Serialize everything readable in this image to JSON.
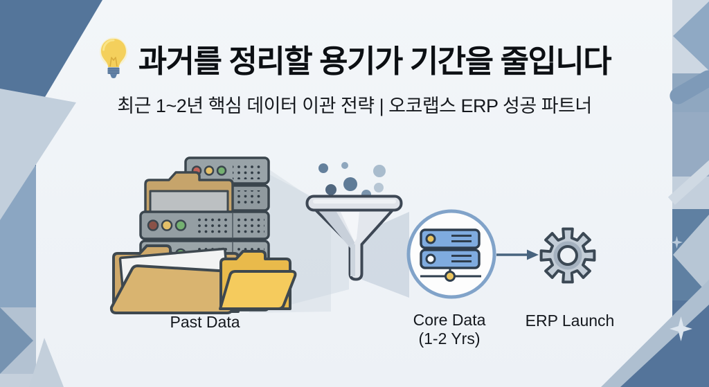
{
  "page": {
    "type": "infographic-slide",
    "background": "#f1f5f8"
  },
  "header": {
    "icon": "lightbulb-icon",
    "title": "과거를 정리할 용기가 기간을 줄입니다",
    "subtitle": "최근 1~2년 핵심 데이터 이관 전략 | 오코랩스 ERP 성공 파트너"
  },
  "diagram": {
    "stages": [
      {
        "id": "past-data",
        "icon": "server-stack-folders-icon",
        "label": "Past Data"
      },
      {
        "id": "filter",
        "icon": "funnel-icon"
      },
      {
        "id": "core-data",
        "icon": "database-circle-icon",
        "label": "Core Data",
        "sublabel": "(1-2 Yrs)"
      },
      {
        "id": "erp-launch",
        "icon": "gear-icon",
        "label": "ERP Launch"
      }
    ],
    "connector": "arrow-right-icon"
  },
  "colors": {
    "background": "#f1f5f8",
    "decor_dark": "#54759a",
    "decor_medium": "#8ba6c2",
    "decor_light": "#c2cfdc",
    "title_text": "#0c0f13",
    "label_text": "#14181d",
    "server_gray": "#939da2",
    "led_red": "#c4625a",
    "led_yellow": "#e4bf68",
    "led_green": "#74b071",
    "folder_tan": "#cfa96a",
    "folder_yellow": "#e9ba4b",
    "funnel_gray": "#e3e7ed",
    "outline_dark": "#3d4754",
    "circle_ring": "#81a3c9",
    "server_blue": "#7fabdf",
    "accent_yellow": "#e9c35f",
    "arrow": "#47637e",
    "gear_gray": "#c3cdd7"
  }
}
